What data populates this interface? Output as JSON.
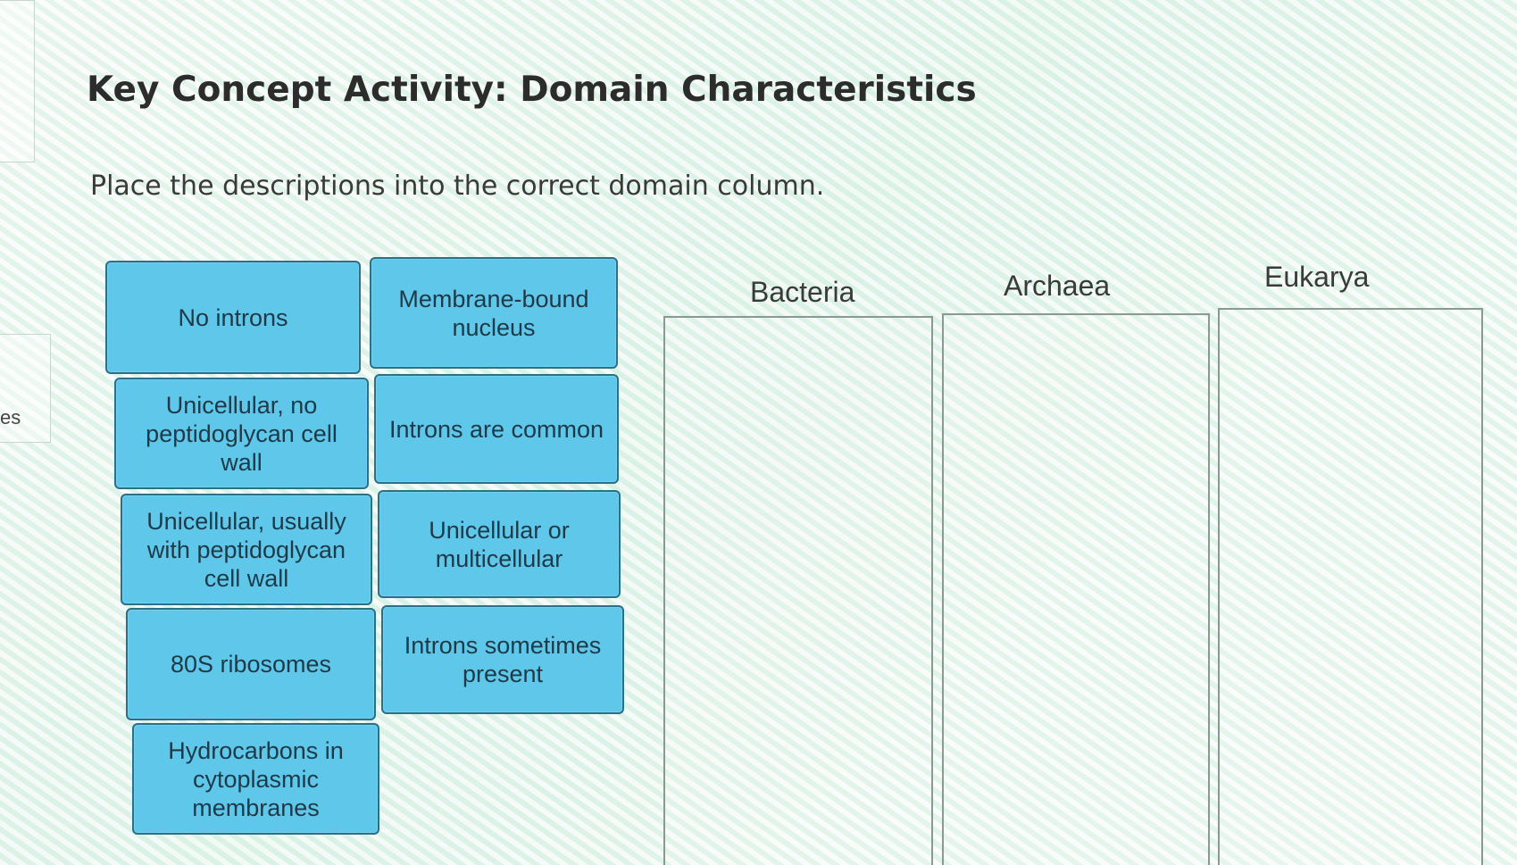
{
  "sidebar": {
    "partial_label": "es"
  },
  "activity": {
    "title": "Key Concept Activity: Domain Characteristics",
    "instructions": "Place the descriptions into the correct domain column."
  },
  "cards": [
    {
      "label": "No introns"
    },
    {
      "label": "Membrane-bound nucleus"
    },
    {
      "label": "Unicellular, no peptidoglycan cell wall"
    },
    {
      "label": "Introns are common"
    },
    {
      "label": "Unicellular, usually with peptidoglycan cell wall"
    },
    {
      "label": "Unicellular or multicellular"
    },
    {
      "label": "80S ribosomes"
    },
    {
      "label": "Introns sometimes present"
    },
    {
      "label": "Hydrocarbons in cytoplasmic membranes"
    }
  ],
  "columns": [
    {
      "header": "Bacteria"
    },
    {
      "header": "Archaea"
    },
    {
      "header": "Eukarya"
    }
  ],
  "colors": {
    "card_fill": "#5ec7ea",
    "card_border": "#2b6f88"
  }
}
